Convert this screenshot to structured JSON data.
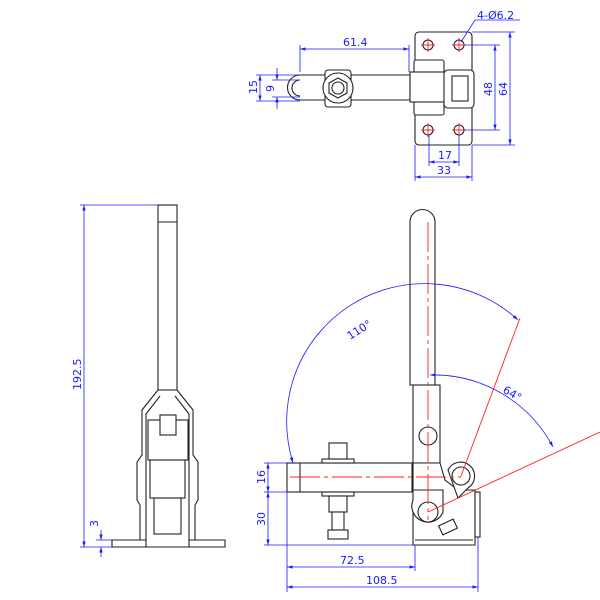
{
  "drawing": {
    "top_view": {
      "dims": {
        "arm_length": "61.4",
        "slot_outer": "15",
        "slot_inner": "9",
        "hole_spacing_v": "48",
        "plate_height": "64",
        "hole_spacing_h": "17",
        "plate_width": "33",
        "holes": "4-Ø6.2"
      }
    },
    "side_view": {
      "dims": {
        "bar_height": "16",
        "base_height": "30",
        "reach": "72.5",
        "overall_length": "108.5",
        "open_angle": "110°",
        "handle_angle": "64°"
      }
    },
    "front_view": {
      "dims": {
        "overall_height": "192.5",
        "base_thickness": "3"
      }
    },
    "colors": {
      "dimension": "#1a1aff",
      "centerline": "#ff2020",
      "outline": "#222222"
    }
  }
}
